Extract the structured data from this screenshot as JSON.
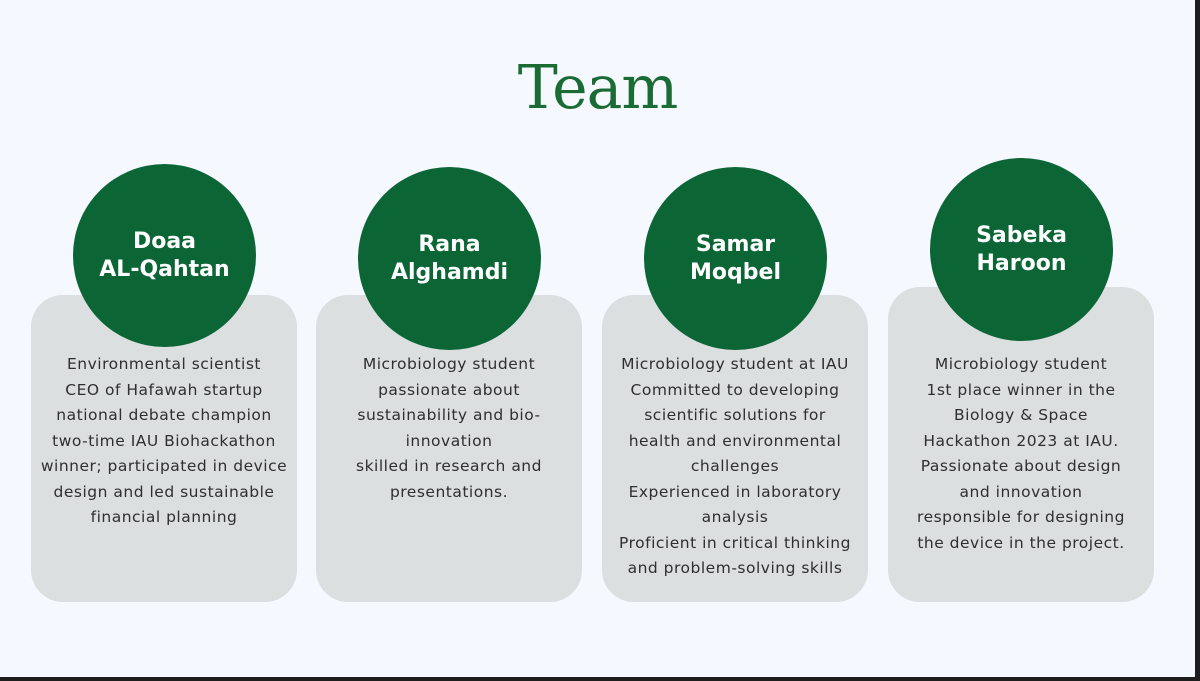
{
  "title": "Team",
  "members": [
    {
      "name_lines": [
        "Doaa",
        "AL-Qahtan"
      ],
      "desc_lines": [
        "Environmental scientist",
        "CEO of Hafawah startup",
        "national debate champion",
        "two-time IAU Biohackathon",
        "winner; participated in device",
        "design and led sustainable",
        "financial planning"
      ]
    },
    {
      "name_lines": [
        "Rana",
        "Alghamdi"
      ],
      "desc_lines": [
        "Microbiology student",
        "passionate about",
        "sustainability and bio-",
        "innovation",
        "skilled in research and",
        "presentations."
      ]
    },
    {
      "name_lines": [
        "Samar",
        "Moqbel"
      ],
      "desc_lines": [
        "Microbiology student at IAU",
        "Committed to developing",
        "scientific solutions for",
        "health and environmental",
        "challenges",
        "Experienced in laboratory",
        "analysis",
        "Proficient in critical thinking",
        "and problem-solving skills"
      ]
    },
    {
      "name_lines": [
        "Sabeka",
        "Haroon"
      ],
      "desc_lines": [
        "Microbiology student",
        "1st place winner in the",
        "Biology & Space",
        "Hackathon 2023 at IAU.",
        "Passionate about design",
        "and innovation",
        "responsible for designing",
        "the device in the project."
      ]
    }
  ]
}
